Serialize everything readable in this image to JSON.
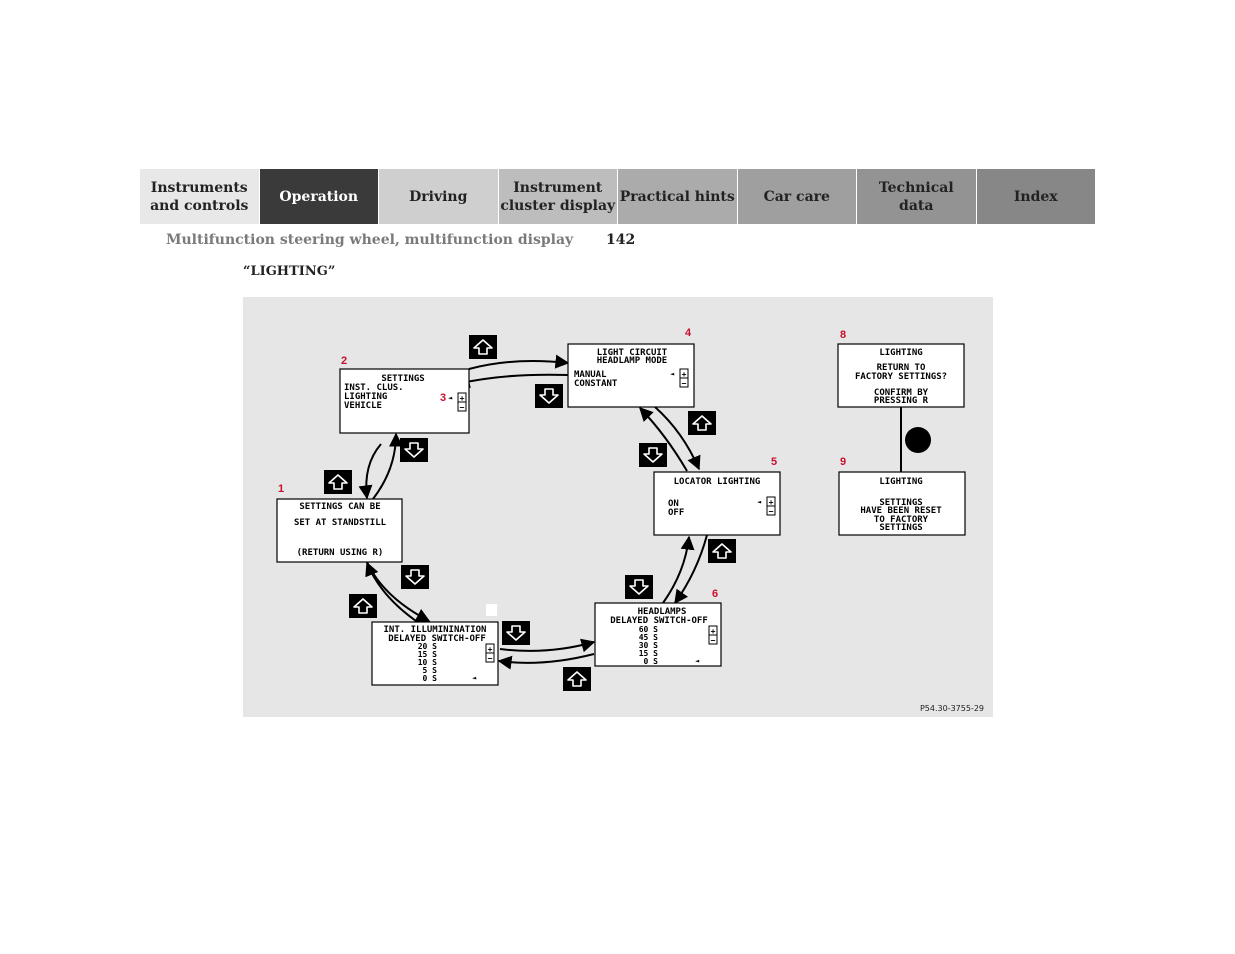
{
  "nav": {
    "tabs": [
      {
        "label": "Instruments\nand controls"
      },
      {
        "label": "Operation"
      },
      {
        "label": "Driving"
      },
      {
        "label": "Instrument\ncluster display"
      },
      {
        "label": "Practical hints"
      },
      {
        "label": "Car care"
      },
      {
        "label": "Technical\ndata"
      },
      {
        "label": "Index"
      }
    ]
  },
  "header": {
    "section_title": "Multifunction steering wheel, multifunction display",
    "page_number": "142"
  },
  "content": {
    "heading": "“LIGHTING”"
  },
  "figure": {
    "reference": "P54.30-3755-29",
    "marker_color": "#c8102e",
    "screens": {
      "s1": {
        "marker": "1",
        "lines": [
          "SETTINGS CAN BE",
          "SET AT STANDSTILL",
          "(RETURN USING R)"
        ]
      },
      "s2": {
        "marker": "2",
        "title": "SETTINGS",
        "lines": [
          "INST. CLUS.",
          "LIGHTING",
          "VEHICLE"
        ],
        "sub_marker": "3"
      },
      "s4": {
        "marker": "4",
        "title": [
          "LIGHT CIRCUIT",
          "HEADLAMP MODE"
        ],
        "lines": [
          "MANUAL",
          "CONSTANT"
        ]
      },
      "s5": {
        "marker": "5",
        "title": "LOCATOR LIGHTING",
        "lines": [
          "ON",
          "OFF"
        ]
      },
      "s6": {
        "marker": "6",
        "title": [
          "HEADLAMPS",
          "DELAYED SWITCH-OFF"
        ],
        "values": [
          "60 S",
          "45 S",
          "30 S",
          "15 S",
          "0 S"
        ]
      },
      "s7": {
        "title": [
          "INT. ILLUMININATION",
          "DELAYED SWITCH-OFF"
        ],
        "values": [
          "20 S",
          "15 S",
          "10 S",
          "5 S",
          "0 S"
        ]
      },
      "s8": {
        "marker": "8",
        "lines": [
          "LIGHTING",
          "RETURN TO",
          "FACTORY SETTINGS?",
          "CONFIRM BY",
          "PRESSING R"
        ]
      },
      "s9": {
        "marker": "9",
        "lines": [
          "LIGHTING",
          "SETTINGS",
          "HAVE BEEN RESET",
          "TO FACTORY",
          "SETTINGS"
        ]
      }
    },
    "plus_symbol": "+",
    "minus_symbol": "−",
    "selector_glyph": "◄"
  }
}
